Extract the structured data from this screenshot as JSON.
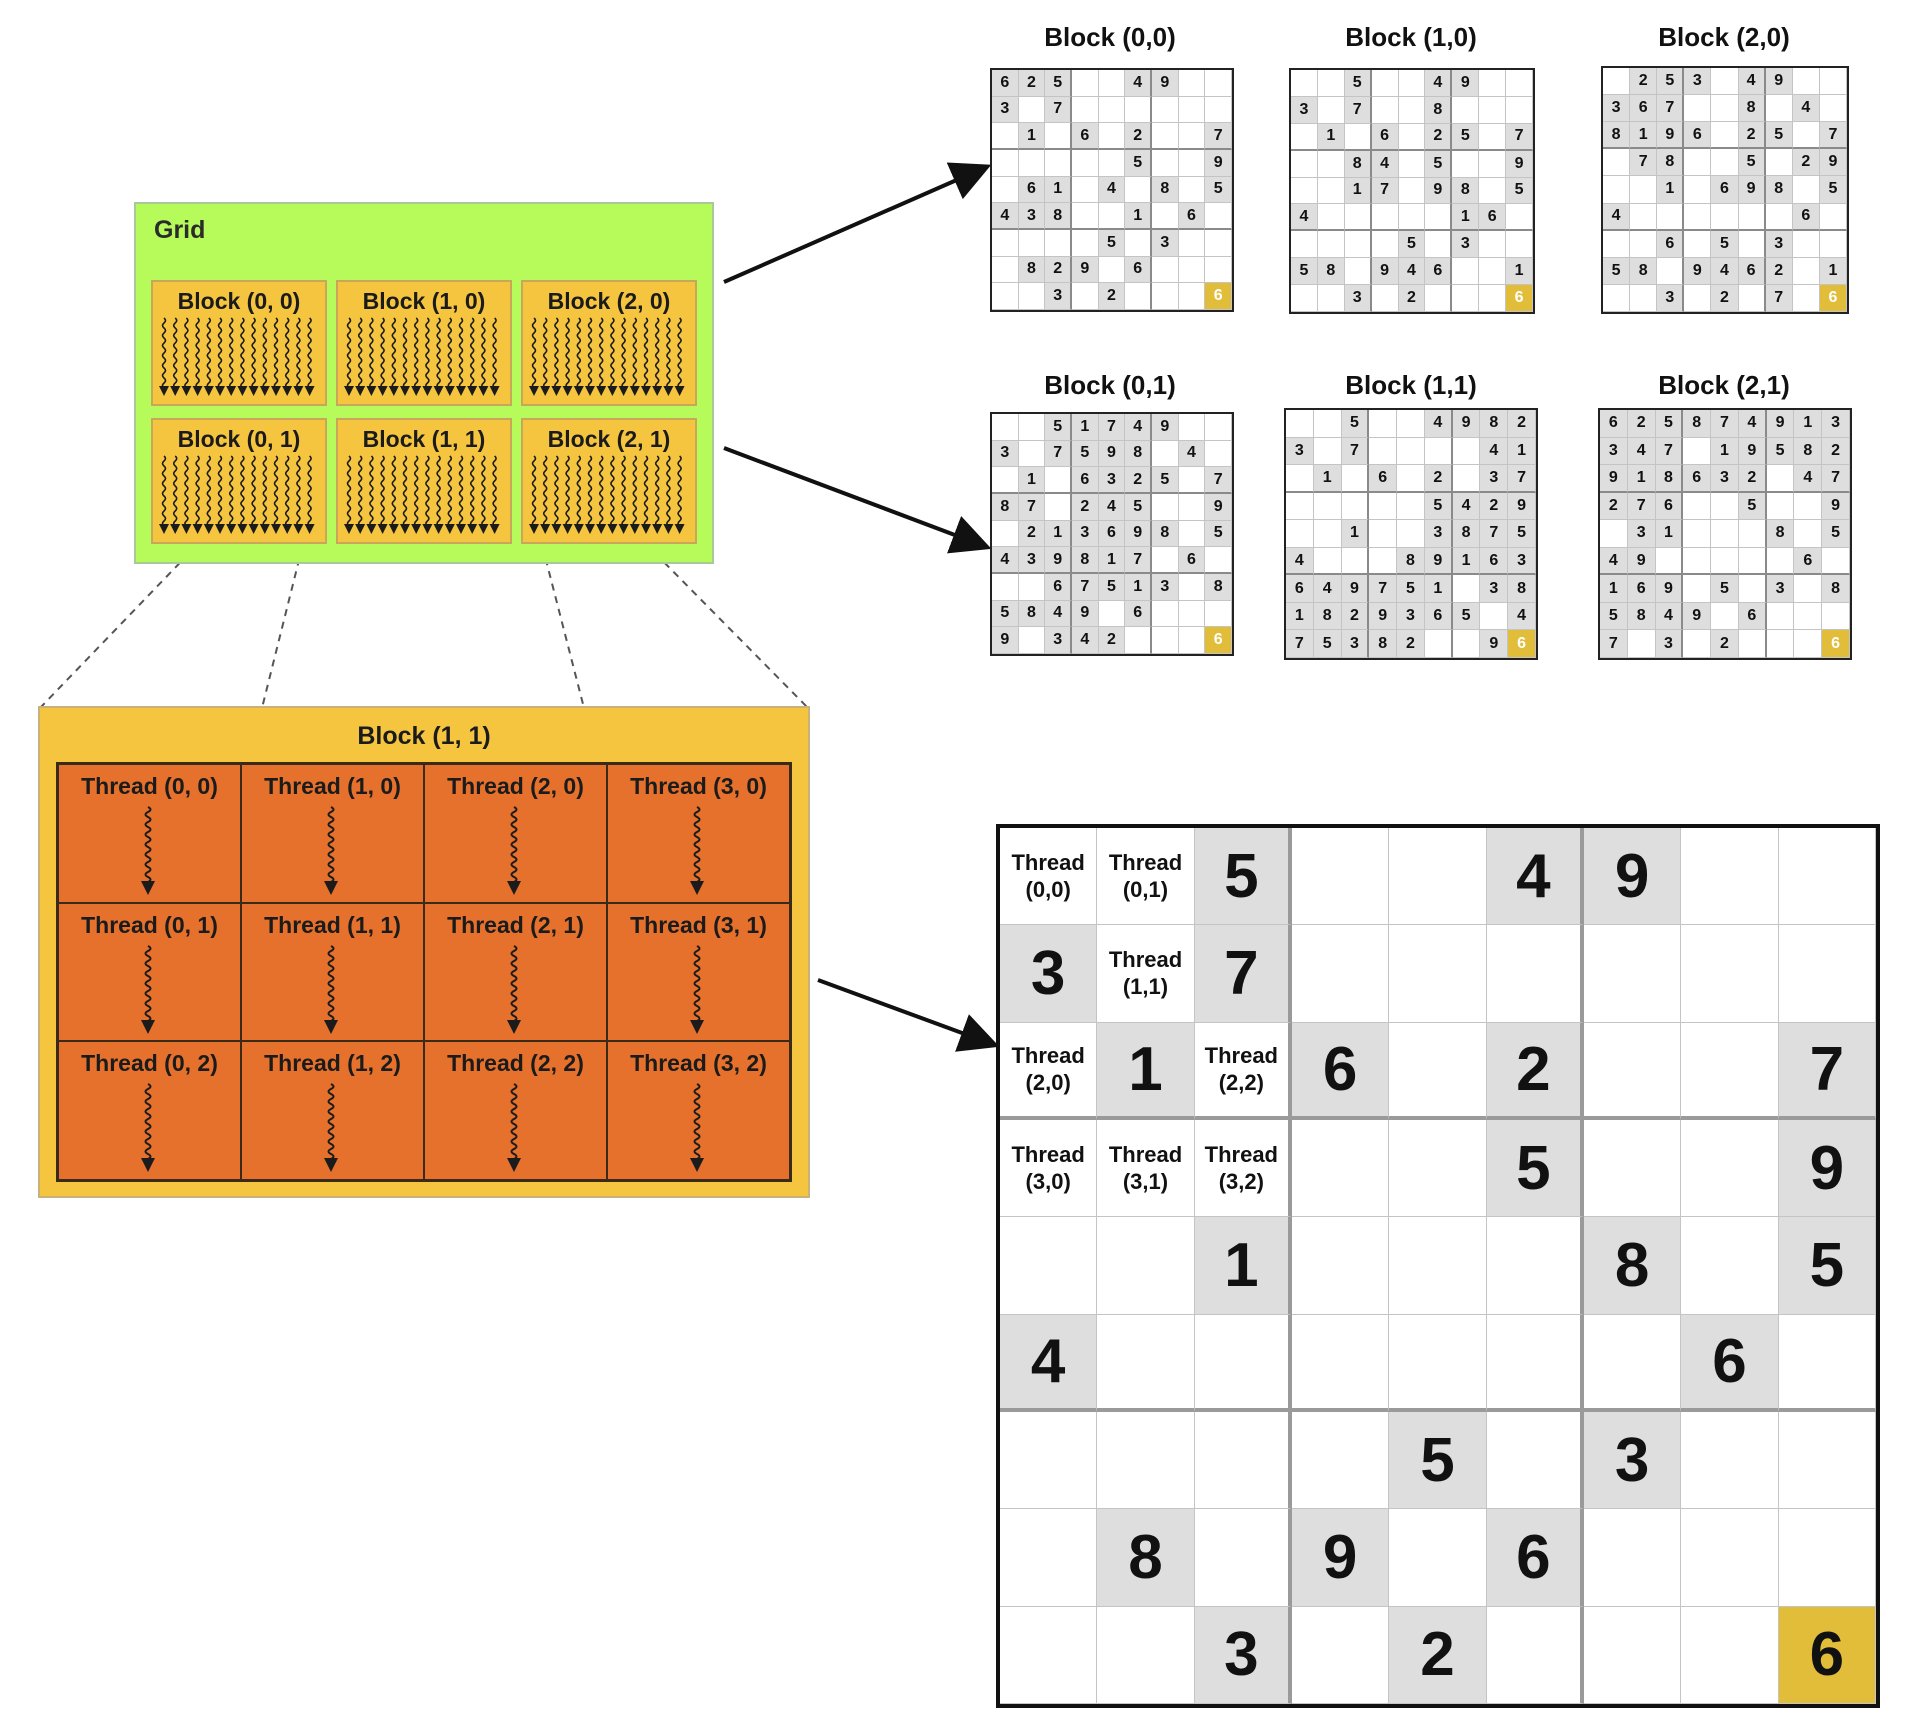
{
  "grid": {
    "title": "Grid",
    "blocks": [
      "Block (0, 0)",
      "Block (1, 0)",
      "Block (2, 0)",
      "Block (0, 1)",
      "Block (1, 1)",
      "Block (2, 1)"
    ]
  },
  "block_detail": {
    "title": "Block (1, 1)",
    "threads": [
      "Thread (0, 0)",
      "Thread (1, 0)",
      "Thread (2, 0)",
      "Thread (3, 0)",
      "Thread (0, 1)",
      "Thread (1, 1)",
      "Thread (2, 1)",
      "Thread (3, 1)",
      "Thread (0, 2)",
      "Thread (1, 2)",
      "Thread (2, 2)",
      "Thread (3, 2)"
    ]
  },
  "boards": [
    {
      "title": "Block (0,0)",
      "rows": [
        "625  49  ",
        "3 7      ",
        " 1 6 2  7",
        "     5  9",
        " 61 4 8 5",
        "438  1 6 ",
        "    5 3  ",
        " 829 6   ",
        "  3 2   6"
      ]
    },
    {
      "title": "Block (1,0)",
      "rows": [
        "  5  49  ",
        "3 7  8   ",
        " 1 6 25 7",
        "  84 5  9",
        "  17 98 5",
        "4     16 ",
        "    5 3  ",
        "58 946  1",
        "  3 2   6"
      ]
    },
    {
      "title": "Block (2,0)",
      "rows": [
        " 253 49  ",
        "367  8 4 ",
        "8196 25 7",
        " 78  5 29",
        "  1 698 5",
        "4      6 ",
        "  6 5 3  ",
        "58 9462 1",
        "  3 2 7 6"
      ]
    },
    {
      "title": "Block (0,1)",
      "rows": [
        "  51749  ",
        "3 7598 4 ",
        " 1 6325 7",
        "87 245  9",
        " 213698 5",
        "439817 6 ",
        "  67513 8",
        "5849 6   ",
        "9 342   6"
      ]
    },
    {
      "title": "Block (1,1)",
      "rows": [
        "  5  4982",
        "3 7    41",
        " 1 6 2 37",
        "     5429",
        "  1  3875",
        "4   89163",
        "649751 38",
        "1829365 4",
        "75382  96"
      ]
    },
    {
      "title": "Block (2,1)",
      "rows": [
        "625874913",
        "347 19582",
        "918632 47",
        "276  5  9",
        " 31   8 5",
        "49     6 ",
        "169 5 3 8",
        "5849 6   ",
        "7 3 2   6"
      ]
    }
  ],
  "big_board": {
    "rows": [
      [
        "Thread\n(0,0)",
        "Thread\n(0,1)",
        "5",
        "",
        "",
        "4",
        "9",
        "",
        ""
      ],
      [
        "3",
        "Thread\n(1,1)",
        "7",
        "",
        "",
        "",
        "",
        "",
        ""
      ],
      [
        "Thread\n(2,0)",
        "1",
        "Thread\n(2,2)",
        "6",
        "",
        "2",
        "",
        "",
        "7"
      ],
      [
        "Thread\n(3,0)",
        "Thread\n(3,1)",
        "Thread\n(3,2)",
        "",
        "",
        "5",
        "",
        "",
        "9"
      ],
      [
        "",
        "",
        "1",
        "",
        "",
        "",
        "8",
        "",
        "5"
      ],
      [
        "4",
        "",
        "",
        "",
        "",
        "",
        "",
        "6",
        ""
      ],
      [
        "",
        "",
        "",
        "",
        "5",
        "",
        "3",
        "",
        ""
      ],
      [
        "",
        "8",
        "",
        "9",
        "",
        "6",
        "",
        "",
        ""
      ],
      [
        "",
        "",
        "3",
        "",
        "2",
        "",
        "",
        "",
        "6"
      ]
    ]
  },
  "colors": {
    "grid_bg": "#b6fb59",
    "block_bg": "#f5c540",
    "thread_bg": "#e5712c",
    "given_cell": "#dedede",
    "highlight_cell": "#e1bd3a"
  }
}
